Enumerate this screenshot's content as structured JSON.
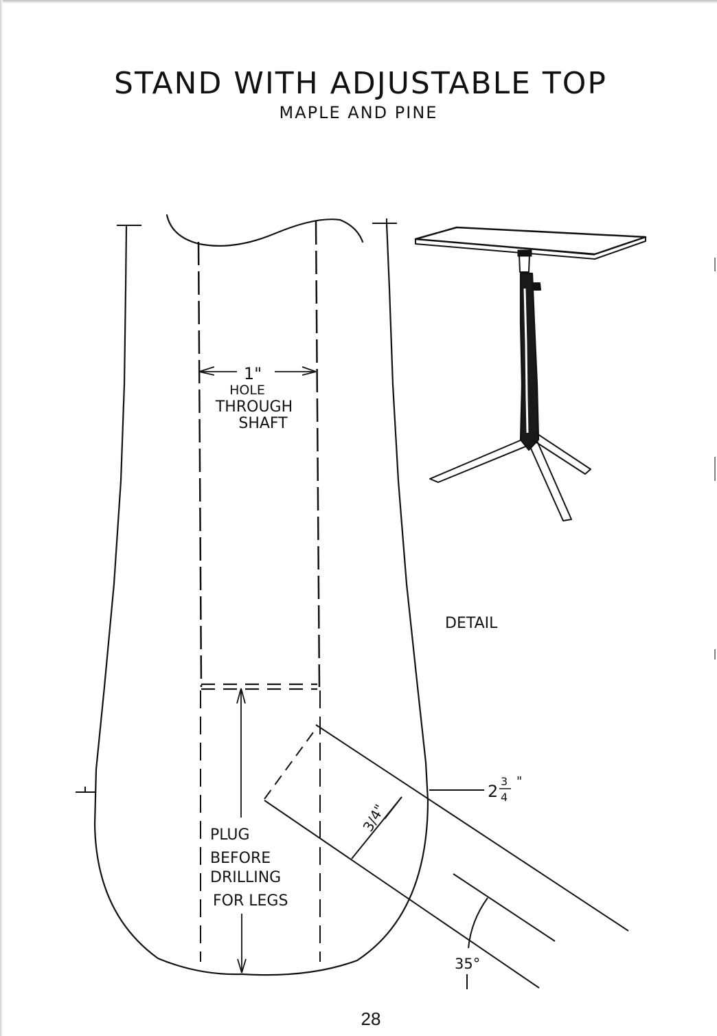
{
  "title": "STAND WITH ADJUSTABLE TOP",
  "subtitle": "MAPLE AND PINE",
  "labels": {
    "hole_dim": "1\"",
    "hole_line1": "HOLE",
    "hole_line2": "THROUGH",
    "hole_line3": "SHAFT",
    "plug_line1": "PLUG",
    "plug_line2": "BEFORE",
    "plug_line3": "DRILLING",
    "plug_line4": "FOR LEGS",
    "detail": "DETAIL",
    "width_whole": "2",
    "width_num": "3",
    "width_den": "4",
    "width_unit": "\"",
    "leg_dim": "3/4\"",
    "angle": "35°"
  },
  "page_number": "28"
}
